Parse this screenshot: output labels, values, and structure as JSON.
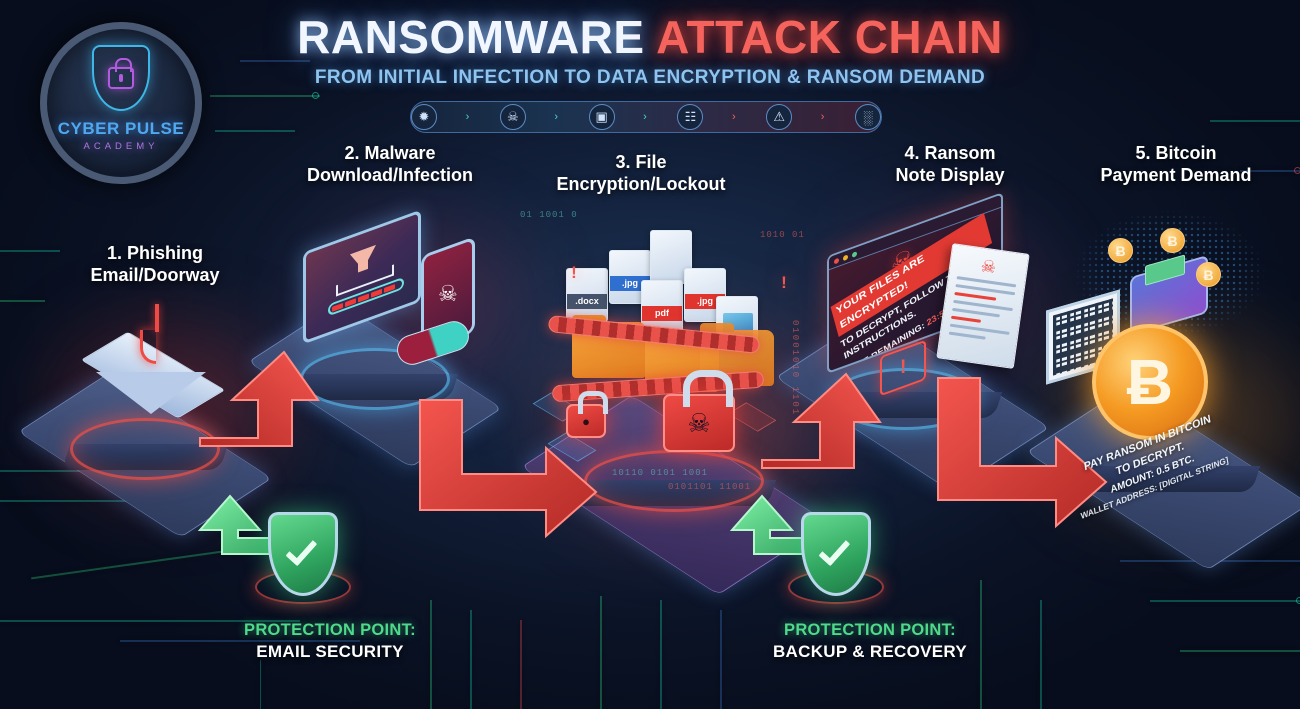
{
  "header": {
    "title_part1": "RANSOMWARE",
    "title_part2": "ATTACK CHAIN",
    "subtitle": "FROM INITIAL INFECTION TO DATA ENCRYPTION & RANSOM DEMAND",
    "accent_white": "#f2f7ff",
    "accent_red": "#f4635c",
    "accent_blue": "#8fc4f0"
  },
  "logo": {
    "name": "CYBER PULSE",
    "sub": "ACADEMY",
    "icon": "shield-lock-icon"
  },
  "progress_strip": {
    "nodes": [
      {
        "icon": "virus-icon",
        "glyph": "✹"
      },
      {
        "icon": "skull-crossbones-icon",
        "glyph": "☠"
      },
      {
        "icon": "monitor-icon",
        "glyph": "▣"
      },
      {
        "icon": "document-icon",
        "glyph": "☷"
      },
      {
        "icon": "warning-triangle-icon",
        "glyph": "⚠"
      },
      {
        "icon": "server-grid-icon",
        "glyph": "░"
      }
    ],
    "connectors": [
      "›",
      "›",
      "›",
      "›",
      "›"
    ]
  },
  "steps": [
    {
      "num": "1.",
      "line1": "1. Phishing",
      "line2": "Email/Doorway"
    },
    {
      "num": "2.",
      "line1": "2. Malware",
      "line2": "Download/Infection"
    },
    {
      "num": "3.",
      "line1": "3. File",
      "line2": "Encryption/Lockout"
    },
    {
      "num": "4.",
      "line1": "4. Ransom",
      "line2": "Note Display"
    },
    {
      "num": "5.",
      "line1": "5. Bitcoin",
      "line2": "Payment Demand"
    }
  ],
  "step3": {
    "files": [
      {
        "ext": ".docx",
        "color": "dark"
      },
      {
        "ext": ".jpg",
        "color": "blue"
      },
      {
        "ext": "pdf",
        "color": "red"
      },
      {
        "ext": ".jpg",
        "color": "red"
      }
    ],
    "warning_glyph": "!",
    "lock_glyph": "☠"
  },
  "step4": {
    "screen_line1": "YOUR FILES ARE ENCRYPTED!",
    "screen_line2": "TO DECRYPT, FOLLOW THE INSTRUCTIONS.",
    "screen_line3_label": "TIME REMAINING:",
    "screen_line3_value": "23:59:59",
    "skull_glyph": "☠",
    "window_dots": [
      "#e8524b",
      "#f0b429",
      "#58c98a"
    ]
  },
  "step5": {
    "caption_line1": "PAY RANSOM IN BITCOIN",
    "caption_line2": "TO DECRYPT.",
    "caption_line3": "AMOUNT: 0.5 BTC.",
    "caption_line4": "WALLET ADDRESS: [DIGITAL STRING]",
    "btc_symbol": "Ƀ",
    "coin_color": "#f59a22"
  },
  "protection_points": [
    {
      "label": "PROTECTION POINT:",
      "value": "EMAIL SECURITY",
      "color": "#4fd98a"
    },
    {
      "label": "PROTECTION POINT:",
      "value": "BACKUP & RECOVERY",
      "color": "#4fd98a"
    }
  ],
  "binary_decor": {
    "a": "01001010 1101",
    "b": "1011001 0110",
    "c": "0101 1100 1001"
  }
}
